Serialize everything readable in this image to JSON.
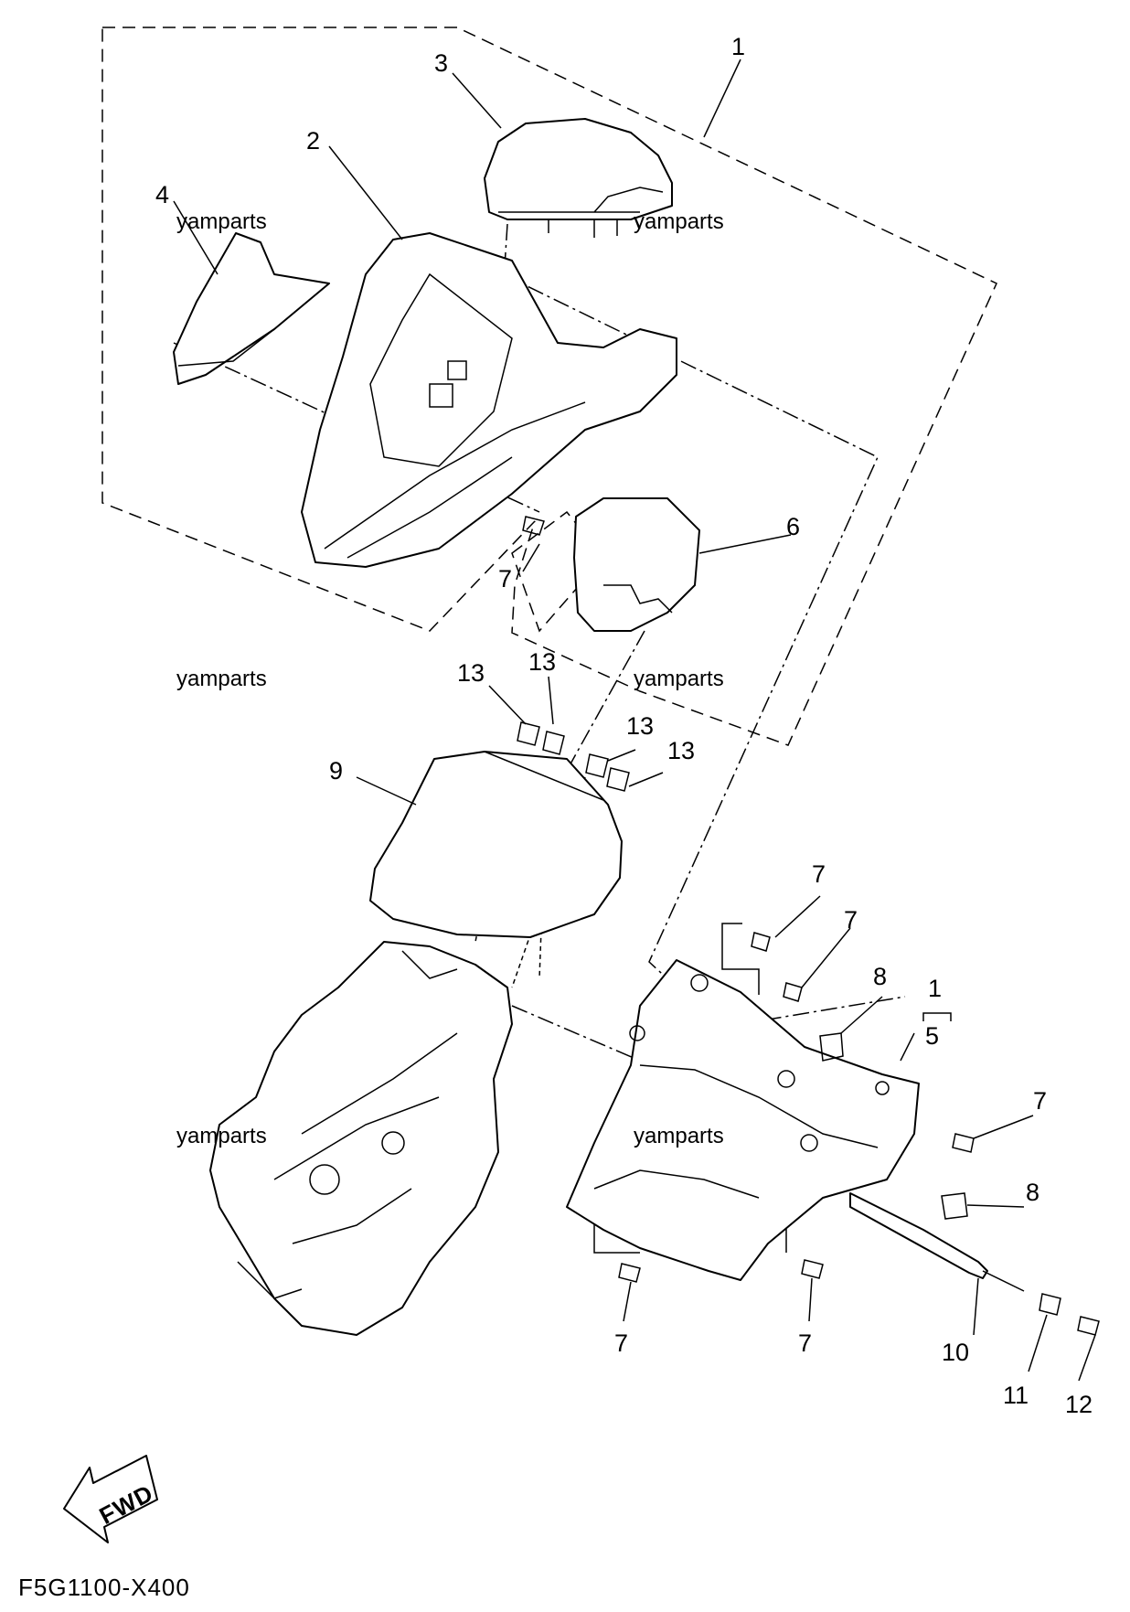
{
  "diagram": {
    "code": "F5G1100-X400",
    "direction_label": "FWD",
    "watermark": "yamparts",
    "callouts": {
      "c1_top": "1",
      "c2": "2",
      "c3": "3",
      "c4": "4",
      "c5": "5",
      "c1_bracket": "1",
      "c6": "6",
      "c7_upper": "7",
      "c7_a": "7",
      "c7_b": "7",
      "c7_c": "7",
      "c7_d": "7",
      "c7_e": "7",
      "c8_a": "8",
      "c8_b": "8",
      "c9": "9",
      "c10": "10",
      "c11": "11",
      "c12": "12",
      "c13_a": "13",
      "c13_b": "13",
      "c13_c": "13",
      "c13_d": "13"
    }
  }
}
